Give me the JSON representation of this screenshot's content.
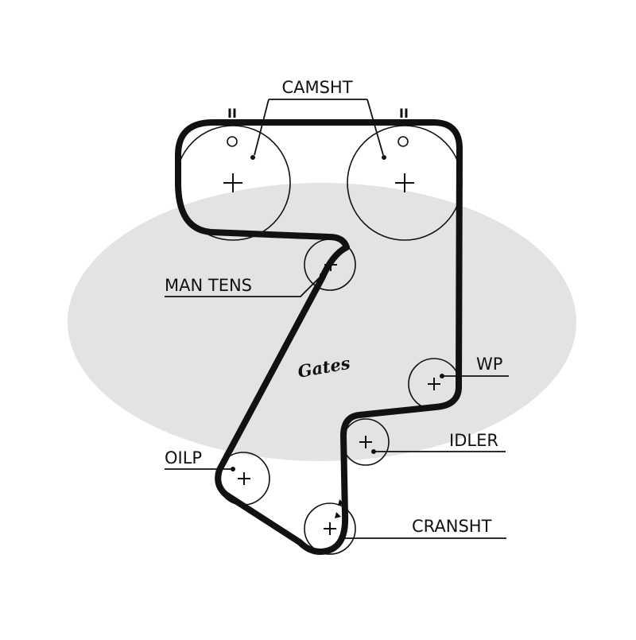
{
  "watermark": {
    "brand": "Gates",
    "color": "#e3e3e3"
  },
  "belt": {
    "color": "#111111"
  },
  "labels": {
    "camshaft": "CAMSHT",
    "manual_tensioner": "MAN TENS",
    "water_pump": "WP",
    "idler": "IDLER",
    "oil_pump": "OILP",
    "crankshaft": "CRANSHT"
  },
  "timing_marks": {
    "left": "II",
    "right": "II"
  }
}
